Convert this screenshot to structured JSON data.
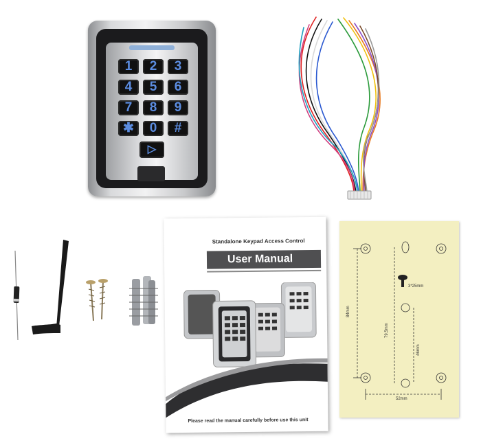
{
  "keypad": {
    "keys": [
      "1",
      "2",
      "3",
      "4",
      "5",
      "6",
      "7",
      "8",
      "9",
      "✱",
      "0",
      "#"
    ],
    "enter_key": "▷",
    "colors": {
      "key_text": "#5b8ce0",
      "bezel": "#1b1b1d"
    }
  },
  "manual": {
    "subtitle": "Standalone Keypad Access Control",
    "title": "User Manual",
    "footer": "Please read the manual carefully before use this unit"
  },
  "template": {
    "screw_label": "3*25mm",
    "height_label": "84mm",
    "middle_label": "79.5mm",
    "lower_label": "46mm",
    "width_label": "52mm"
  },
  "cables": {
    "colors": [
      "#e02020",
      "#111111",
      "#f0f0f0",
      "#2a58d0",
      "#2a9a3a",
      "#f0c010",
      "#e87a20",
      "#8a4fc8",
      "#d04080",
      "#7a4a2a",
      "#20a0c0",
      "#999999"
    ]
  }
}
